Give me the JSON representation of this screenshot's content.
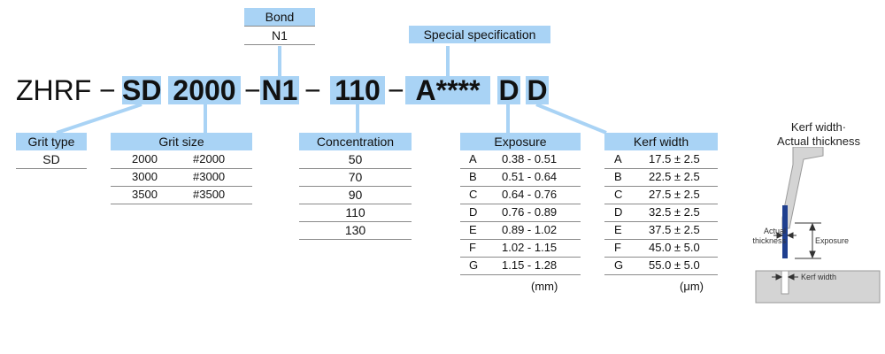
{
  "code": {
    "prefix": "ZHRF",
    "dash": "−",
    "grit_type": "SD",
    "grit_size": "2000",
    "bond": "N1",
    "concentration": "110",
    "special": "A****",
    "exposure": "D",
    "kerf": "D"
  },
  "bond": {
    "title": "Bond",
    "values": [
      "N1"
    ]
  },
  "special": {
    "title": "Special specification"
  },
  "grit_type": {
    "title": "Grit type",
    "values": [
      "SD"
    ]
  },
  "grit_size": {
    "title": "Grit size",
    "rows": [
      {
        "size": "2000",
        "mesh": "#2000"
      },
      {
        "size": "3000",
        "mesh": "#3000"
      },
      {
        "size": "3500",
        "mesh": "#3500"
      }
    ]
  },
  "concentration": {
    "title": "Concentration",
    "values": [
      "50",
      "70",
      "90",
      "110",
      "130"
    ]
  },
  "exposure": {
    "title": "Exposure",
    "unit": "(mm)",
    "rows": [
      {
        "code": "A",
        "range": "0.38 - 0.51"
      },
      {
        "code": "B",
        "range": "0.51 - 0.64"
      },
      {
        "code": "C",
        "range": "0.64 - 0.76"
      },
      {
        "code": "D",
        "range": "0.76 - 0.89"
      },
      {
        "code": "E",
        "range": "0.89 - 1.02"
      },
      {
        "code": "F",
        "range": "1.02 - 1.15"
      },
      {
        "code": "G",
        "range": "1.15 - 1.28"
      }
    ]
  },
  "kerf": {
    "title": "Kerf width",
    "unit": "(μm)",
    "rows": [
      {
        "code": "A",
        "width": "17.5 ± 2.5"
      },
      {
        "code": "B",
        "width": "22.5 ± 2.5"
      },
      {
        "code": "C",
        "width": "27.5 ± 2.5"
      },
      {
        "code": "D",
        "width": "32.5 ± 2.5"
      },
      {
        "code": "E",
        "width": "37.5 ± 2.5"
      },
      {
        "code": "F",
        "width": "45.0 ± 5.0"
      },
      {
        "code": "G",
        "width": "55.0 ± 5.0"
      }
    ]
  },
  "illustration": {
    "title_line1": "Kerf width·",
    "title_line2": "Actual thickness",
    "actual_label_1": "Actual",
    "actual_label_2": "thickness",
    "exposure_label": "Exposure",
    "kerf_label": "Kerf width"
  },
  "colors": {
    "highlight": "#a9d3f5",
    "blade": "#1f3f8f",
    "steel": "#d4d4d4"
  }
}
